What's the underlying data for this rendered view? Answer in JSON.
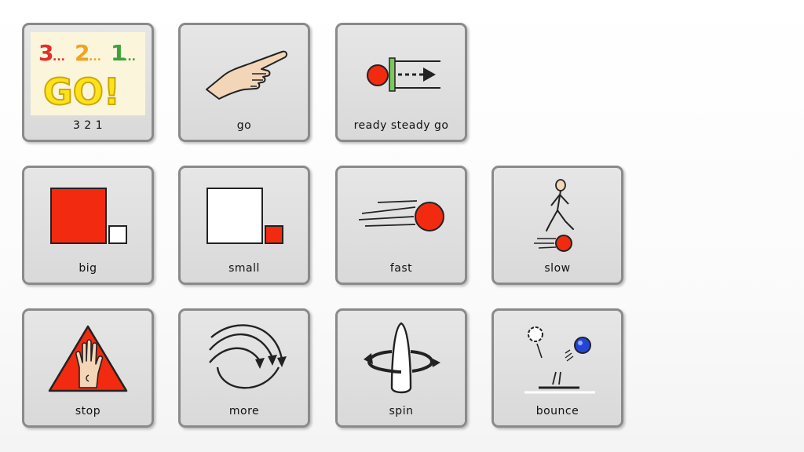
{
  "board": {
    "tiles": [
      {
        "label": "3 2 1",
        "icon": "countdown-go-picture"
      },
      {
        "label": "go",
        "icon": "pointing-hand-icon"
      },
      {
        "label": "ready steady go",
        "icon": "ready-steady-go-icon"
      },
      {
        "label": "big",
        "icon": "big-square-icon"
      },
      {
        "label": "small",
        "icon": "small-square-icon"
      },
      {
        "label": "fast",
        "icon": "fast-ball-icon"
      },
      {
        "label": "slow",
        "icon": "slow-walker-icon"
      },
      {
        "label": "stop",
        "icon": "stop-hand-icon"
      },
      {
        "label": "more",
        "icon": "more-arrows-icon"
      },
      {
        "label": "spin",
        "icon": "spin-icon"
      },
      {
        "label": "bounce",
        "icon": "bounce-ball-icon"
      }
    ]
  },
  "pictures": {
    "countdown": {
      "n3": "3",
      "n2": "2",
      "n1": "1",
      "dots": "...",
      "go": "GO!"
    }
  },
  "colors": {
    "red": "#f22a10",
    "tile_border": "#8a8a8a",
    "tile_bg": "#dedede",
    "green": "#7cc85a",
    "blue": "#2545d8"
  }
}
